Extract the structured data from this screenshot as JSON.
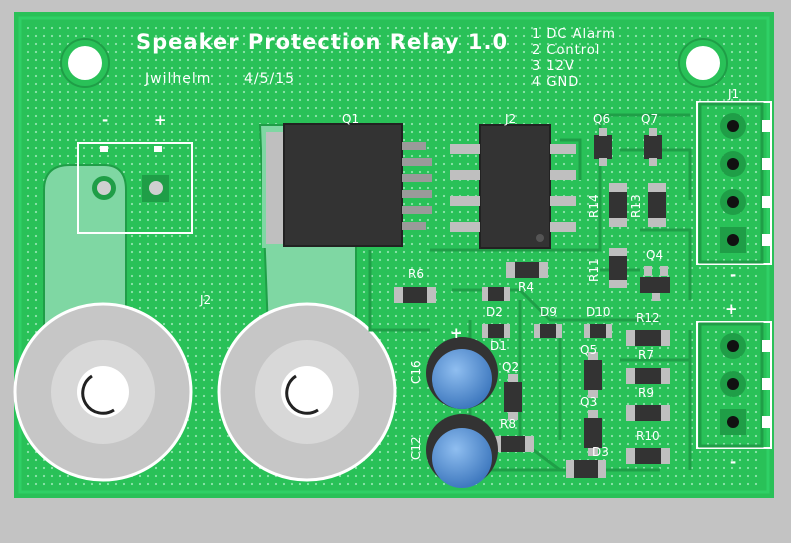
{
  "board": {
    "title": "Speaker Protection Relay 1.0",
    "author": "Jwilhelm",
    "date": "4/5/15",
    "pin_legend": [
      "1  DC Alarm",
      "2  Control",
      "3  12V",
      "4  GND"
    ]
  },
  "refdes": {
    "Q1": "Q1",
    "J2_top": "J2",
    "Q6": "Q6",
    "Q7": "Q7",
    "J1": "J1",
    "R14": "R14",
    "R13": "R13",
    "R11": "R11",
    "Q4": "Q4",
    "R6": "R6",
    "R4": "R4",
    "J2": "J2",
    "D2": "D2",
    "D9": "D9",
    "D10": "D10",
    "R12": "R12",
    "D1": "D1",
    "Q5": "Q5",
    "R7": "R7",
    "C16": "C16",
    "Q2": "Q2",
    "R9": "R9",
    "Q3": "Q3",
    "R8": "R8",
    "R10": "R10",
    "C12": "C12",
    "D3": "D3"
  },
  "polarity": {
    "neg_left": "-",
    "pos_left": "+",
    "pos_cap": "+",
    "neg_j1": "-",
    "pos_j3": "+",
    "neg_j3": "-"
  },
  "colors": {
    "background": "#c3c3c3",
    "pcb": "#29c158",
    "copper": "#7fd7a3",
    "silkscreen": "#ffffff",
    "ic_body": "#333333",
    "capacitor": "#5b95d6"
  }
}
